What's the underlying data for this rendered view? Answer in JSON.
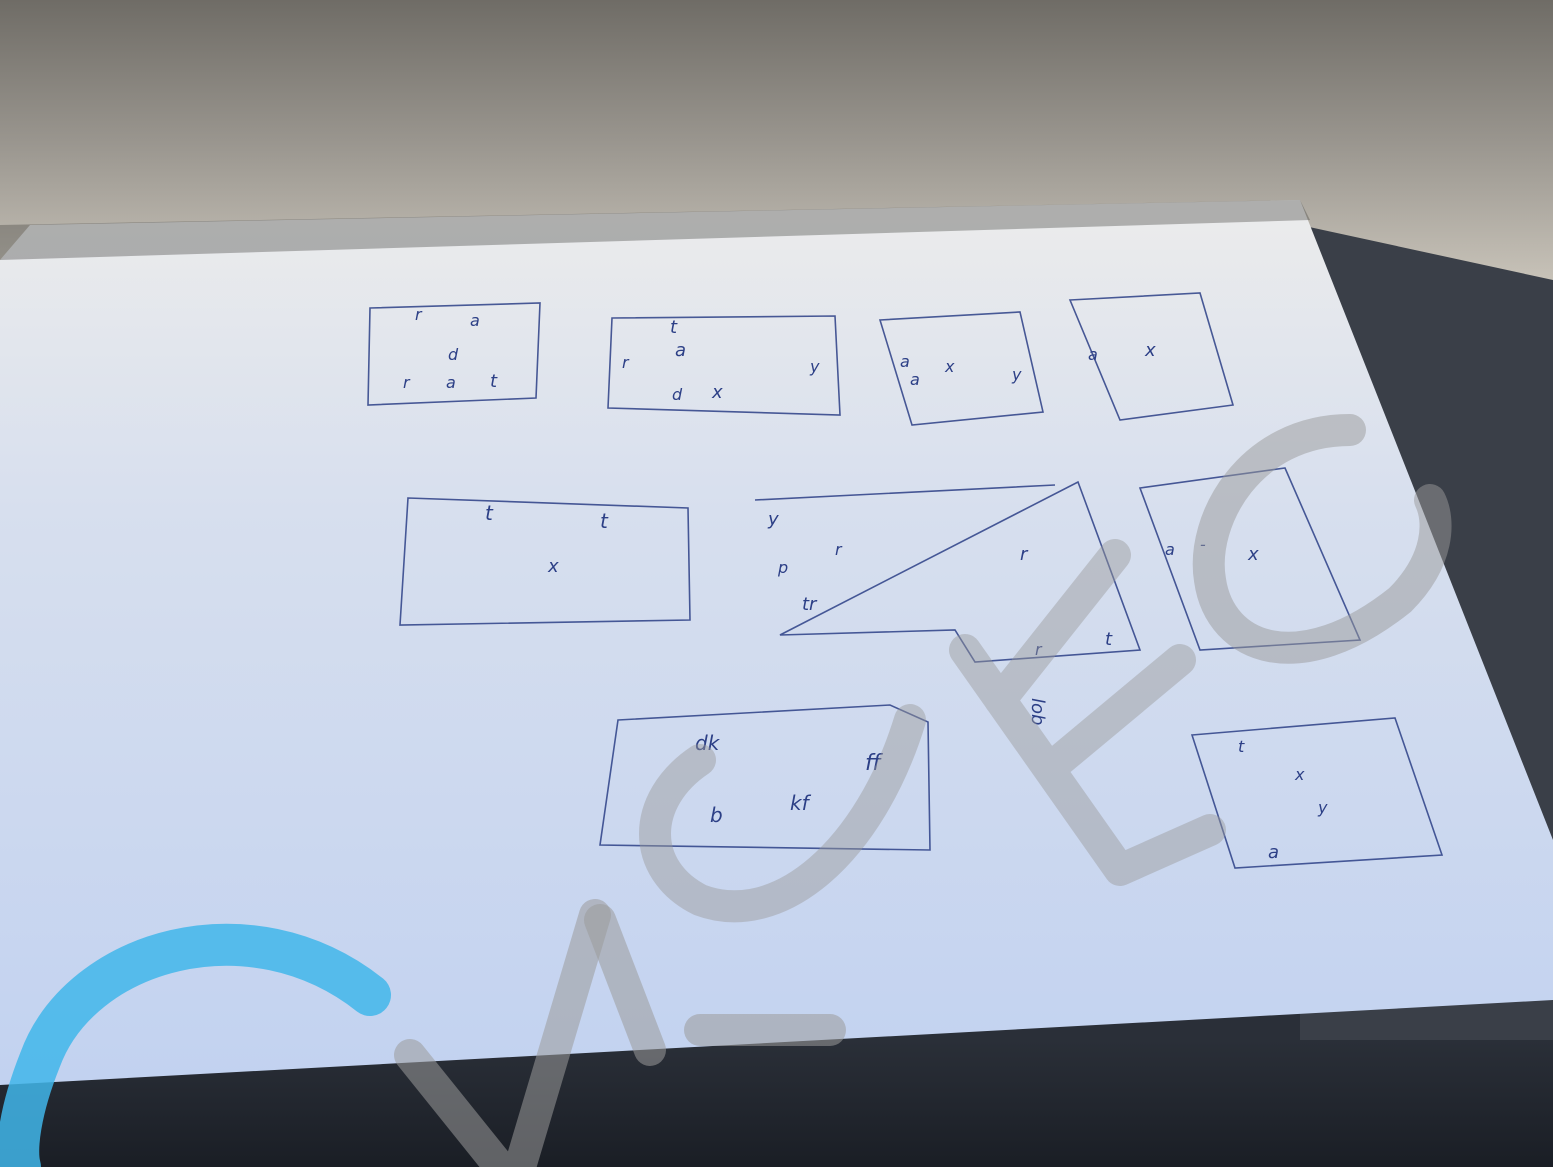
{
  "photo": {
    "subject": "hand-drawn sketch on paper",
    "colors": {
      "wall": "#8f8c86",
      "paper": "#e8ecf6",
      "ink": "#2c3f86",
      "table": "#23272f",
      "watermark_gray": "#9a9a9a",
      "watermark_blue": "#41b6ea"
    }
  },
  "sketch": {
    "labels": [
      {
        "id": "b1-a",
        "text": "r"
      },
      {
        "id": "b1-b",
        "text": "a"
      },
      {
        "id": "b1-c",
        "text": "d"
      },
      {
        "id": "b1-d",
        "text": "r"
      },
      {
        "id": "b1-e",
        "text": "a"
      },
      {
        "id": "b1-f",
        "text": "t"
      },
      {
        "id": "b2-a",
        "text": "t"
      },
      {
        "id": "b2-b",
        "text": "a"
      },
      {
        "id": "b2-c",
        "text": "r"
      },
      {
        "id": "b2-d",
        "text": "d"
      },
      {
        "id": "b2-e",
        "text": "x"
      },
      {
        "id": "b2-f",
        "text": "y"
      },
      {
        "id": "b3-a",
        "text": "a"
      },
      {
        "id": "b3-b",
        "text": "x"
      },
      {
        "id": "b3-c",
        "text": "a"
      },
      {
        "id": "b3-d",
        "text": "y"
      },
      {
        "id": "b4-a",
        "text": "a"
      },
      {
        "id": "b4-b",
        "text": "x"
      },
      {
        "id": "b5-a",
        "text": "t"
      },
      {
        "id": "b5-b",
        "text": "t"
      },
      {
        "id": "b5-c",
        "text": "x"
      },
      {
        "id": "b6-a",
        "text": "y"
      },
      {
        "id": "b6-b",
        "text": "r"
      },
      {
        "id": "b6-c",
        "text": "p"
      },
      {
        "id": "b6-d",
        "text": "tr"
      },
      {
        "id": "b6-e",
        "text": "r"
      },
      {
        "id": "b6-f",
        "text": "r"
      },
      {
        "id": "b6-g",
        "text": "t"
      },
      {
        "id": "b7-a",
        "text": "a"
      },
      {
        "id": "b7-b",
        "text": "-"
      },
      {
        "id": "b7-c",
        "text": "x"
      },
      {
        "id": "b8-a",
        "text": "dk"
      },
      {
        "id": "b8-b",
        "text": "b"
      },
      {
        "id": "b8-c",
        "text": "ff"
      },
      {
        "id": "b8-d",
        "text": "kf"
      },
      {
        "id": "b9-a",
        "text": "t"
      },
      {
        "id": "b9-b",
        "text": "x"
      },
      {
        "id": "b9-c",
        "text": "y"
      },
      {
        "id": "b9-d",
        "text": "a"
      },
      {
        "id": "bottom-a",
        "text": "lob"
      }
    ]
  },
  "watermark": {
    "logo": "CVACE watermark"
  }
}
